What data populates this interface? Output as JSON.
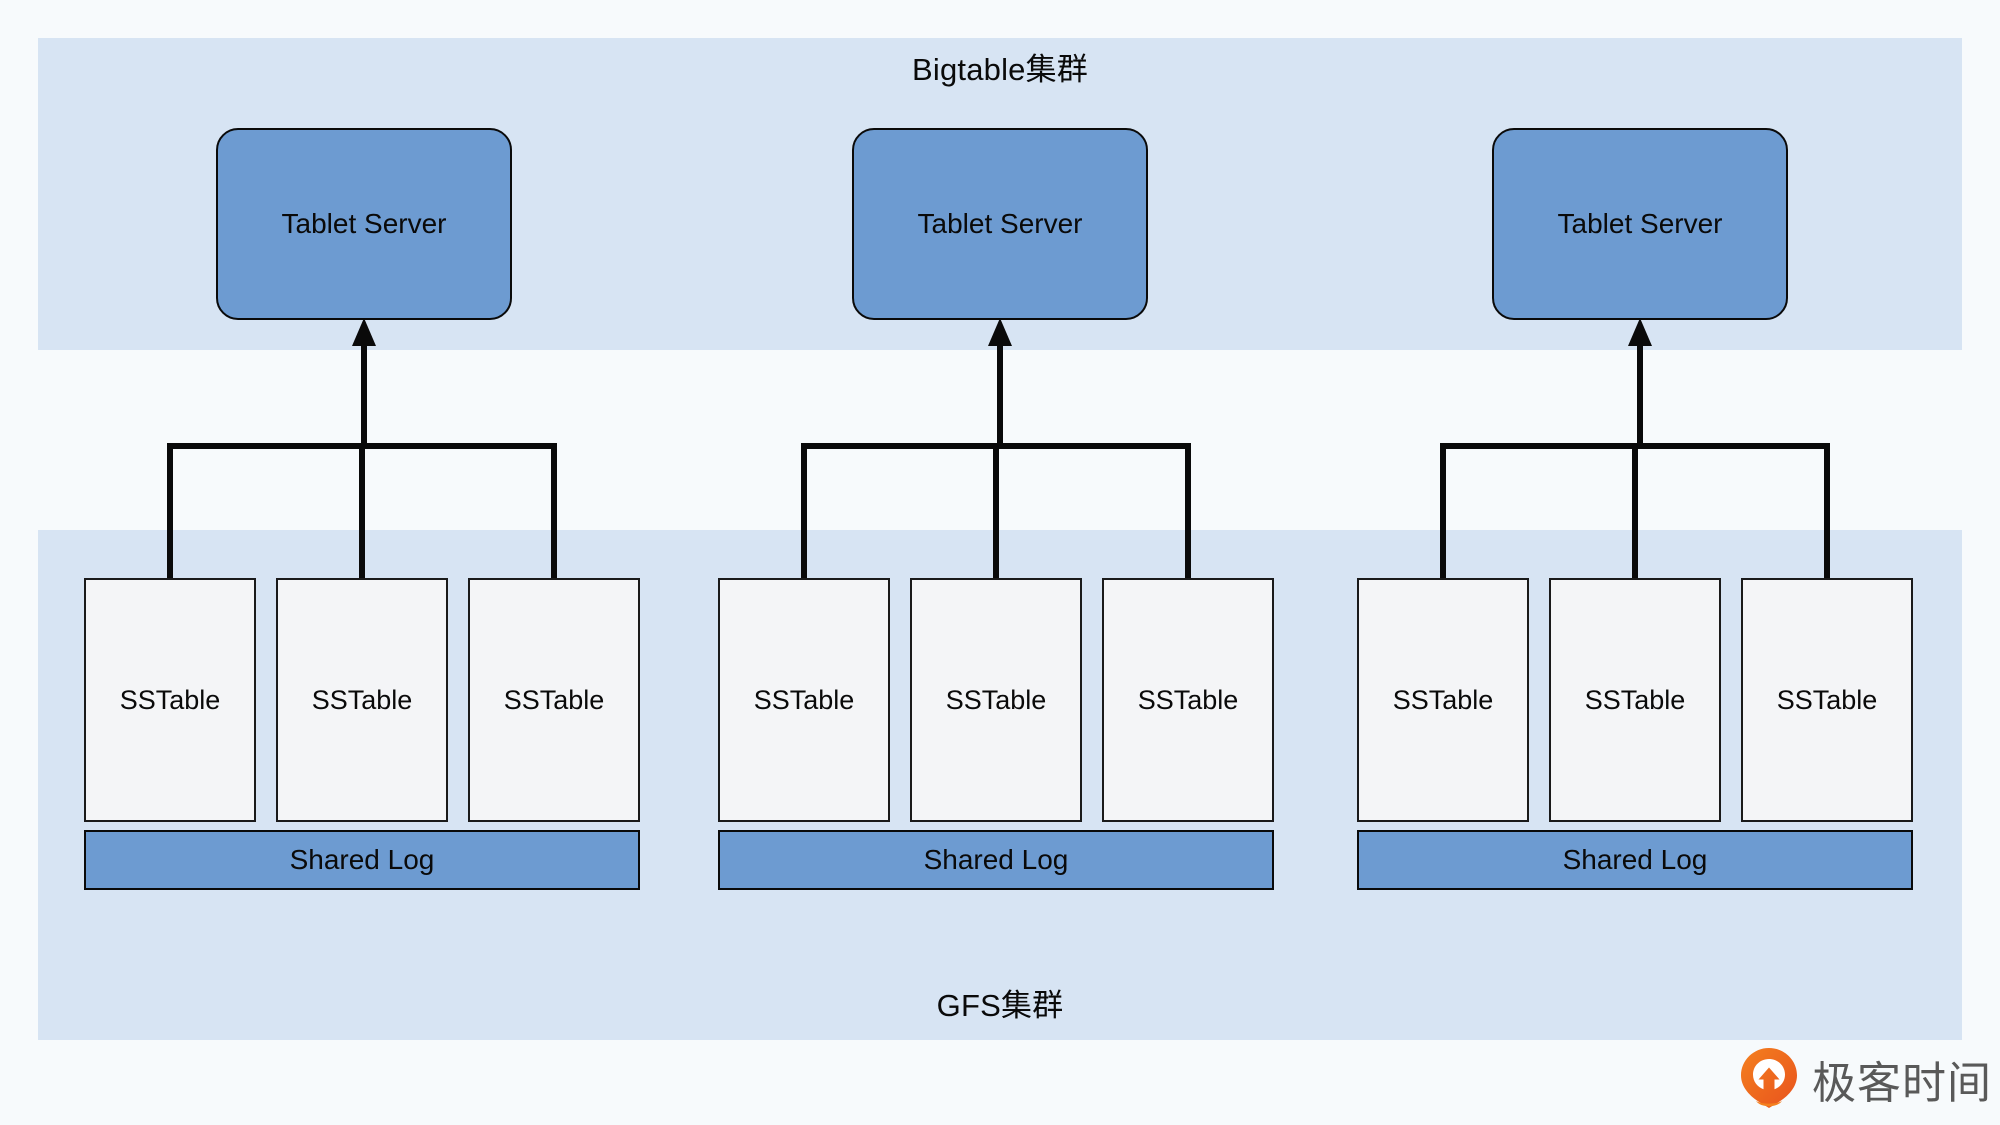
{
  "diagram": {
    "type": "architecture-diagram",
    "bands": [
      {
        "id": "bigtable",
        "label": "Bigtable集群",
        "fill": "#d7e4f3"
      },
      {
        "id": "gfs",
        "label": "GFS集群",
        "fill": "#d7e4f3"
      }
    ],
    "colors": {
      "page_background": "#f7fafc",
      "band_fill": "#d7e4f3",
      "node_blue": "#6d9bd1",
      "sstable_fill": "#f4f5f7",
      "stroke": "#0a0a0a",
      "logo_orange": "#ef6a1f",
      "watermark_gray": "#595959"
    },
    "groups": [
      {
        "tablet_server": "Tablet Server",
        "sstables": [
          "SSTable",
          "SSTable",
          "SSTable"
        ],
        "shared_log": "Shared Log"
      },
      {
        "tablet_server": "Tablet Server",
        "sstables": [
          "SSTable",
          "SSTable",
          "SSTable"
        ],
        "shared_log": "Shared Log"
      },
      {
        "tablet_server": "Tablet Server",
        "sstables": [
          "SSTable",
          "SSTable",
          "SSTable"
        ],
        "shared_log": "Shared Log"
      }
    ]
  },
  "watermark": {
    "text": "极客时间",
    "logo_icon": "geektime-pin-icon"
  }
}
